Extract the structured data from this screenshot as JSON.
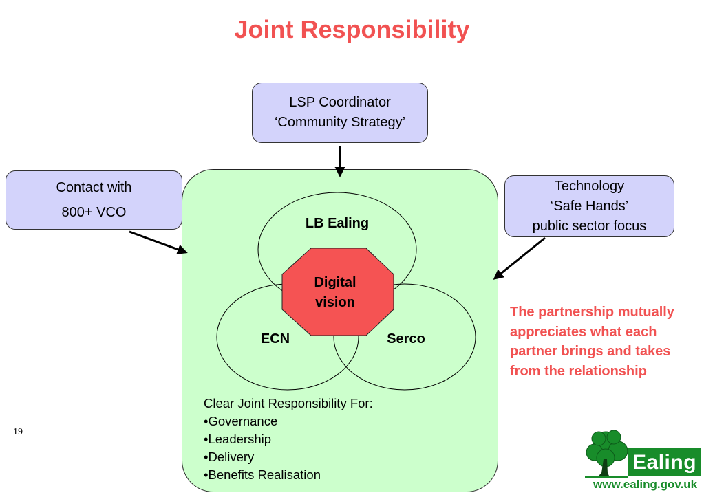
{
  "title": "Joint Responsibility",
  "lsp_box": {
    "line1": "LSP Coordinator",
    "line2": "‘Community Strategy’"
  },
  "contact_box": {
    "line1": "Contact with",
    "line2": "800+ VCO"
  },
  "tech_box": {
    "line1": "Technology",
    "line2": "‘Safe Hands’",
    "line3": "public sector focus"
  },
  "venn": {
    "top": "LB Ealing",
    "left": "ECN",
    "right": "Serco",
    "center_line1": "Digital",
    "center_line2": "vision"
  },
  "responsibility": {
    "heading": "Clear Joint Responsibility For:",
    "items": [
      "•Governance",
      "•Leadership",
      "•Delivery",
      "•Benefits Realisation"
    ]
  },
  "note": "The partnership mutually appreciates what each partner brings and takes from the relationship",
  "page_number": "19",
  "logo": {
    "word": "Ealing",
    "url": "www.ealing.gov.uk"
  },
  "colors": {
    "title_red": "#f15252",
    "box_lavender": "#d3d3fb",
    "panel_green": "#ccffcc",
    "octagon_red": "#f55353",
    "logo_green": "#188c2a"
  }
}
